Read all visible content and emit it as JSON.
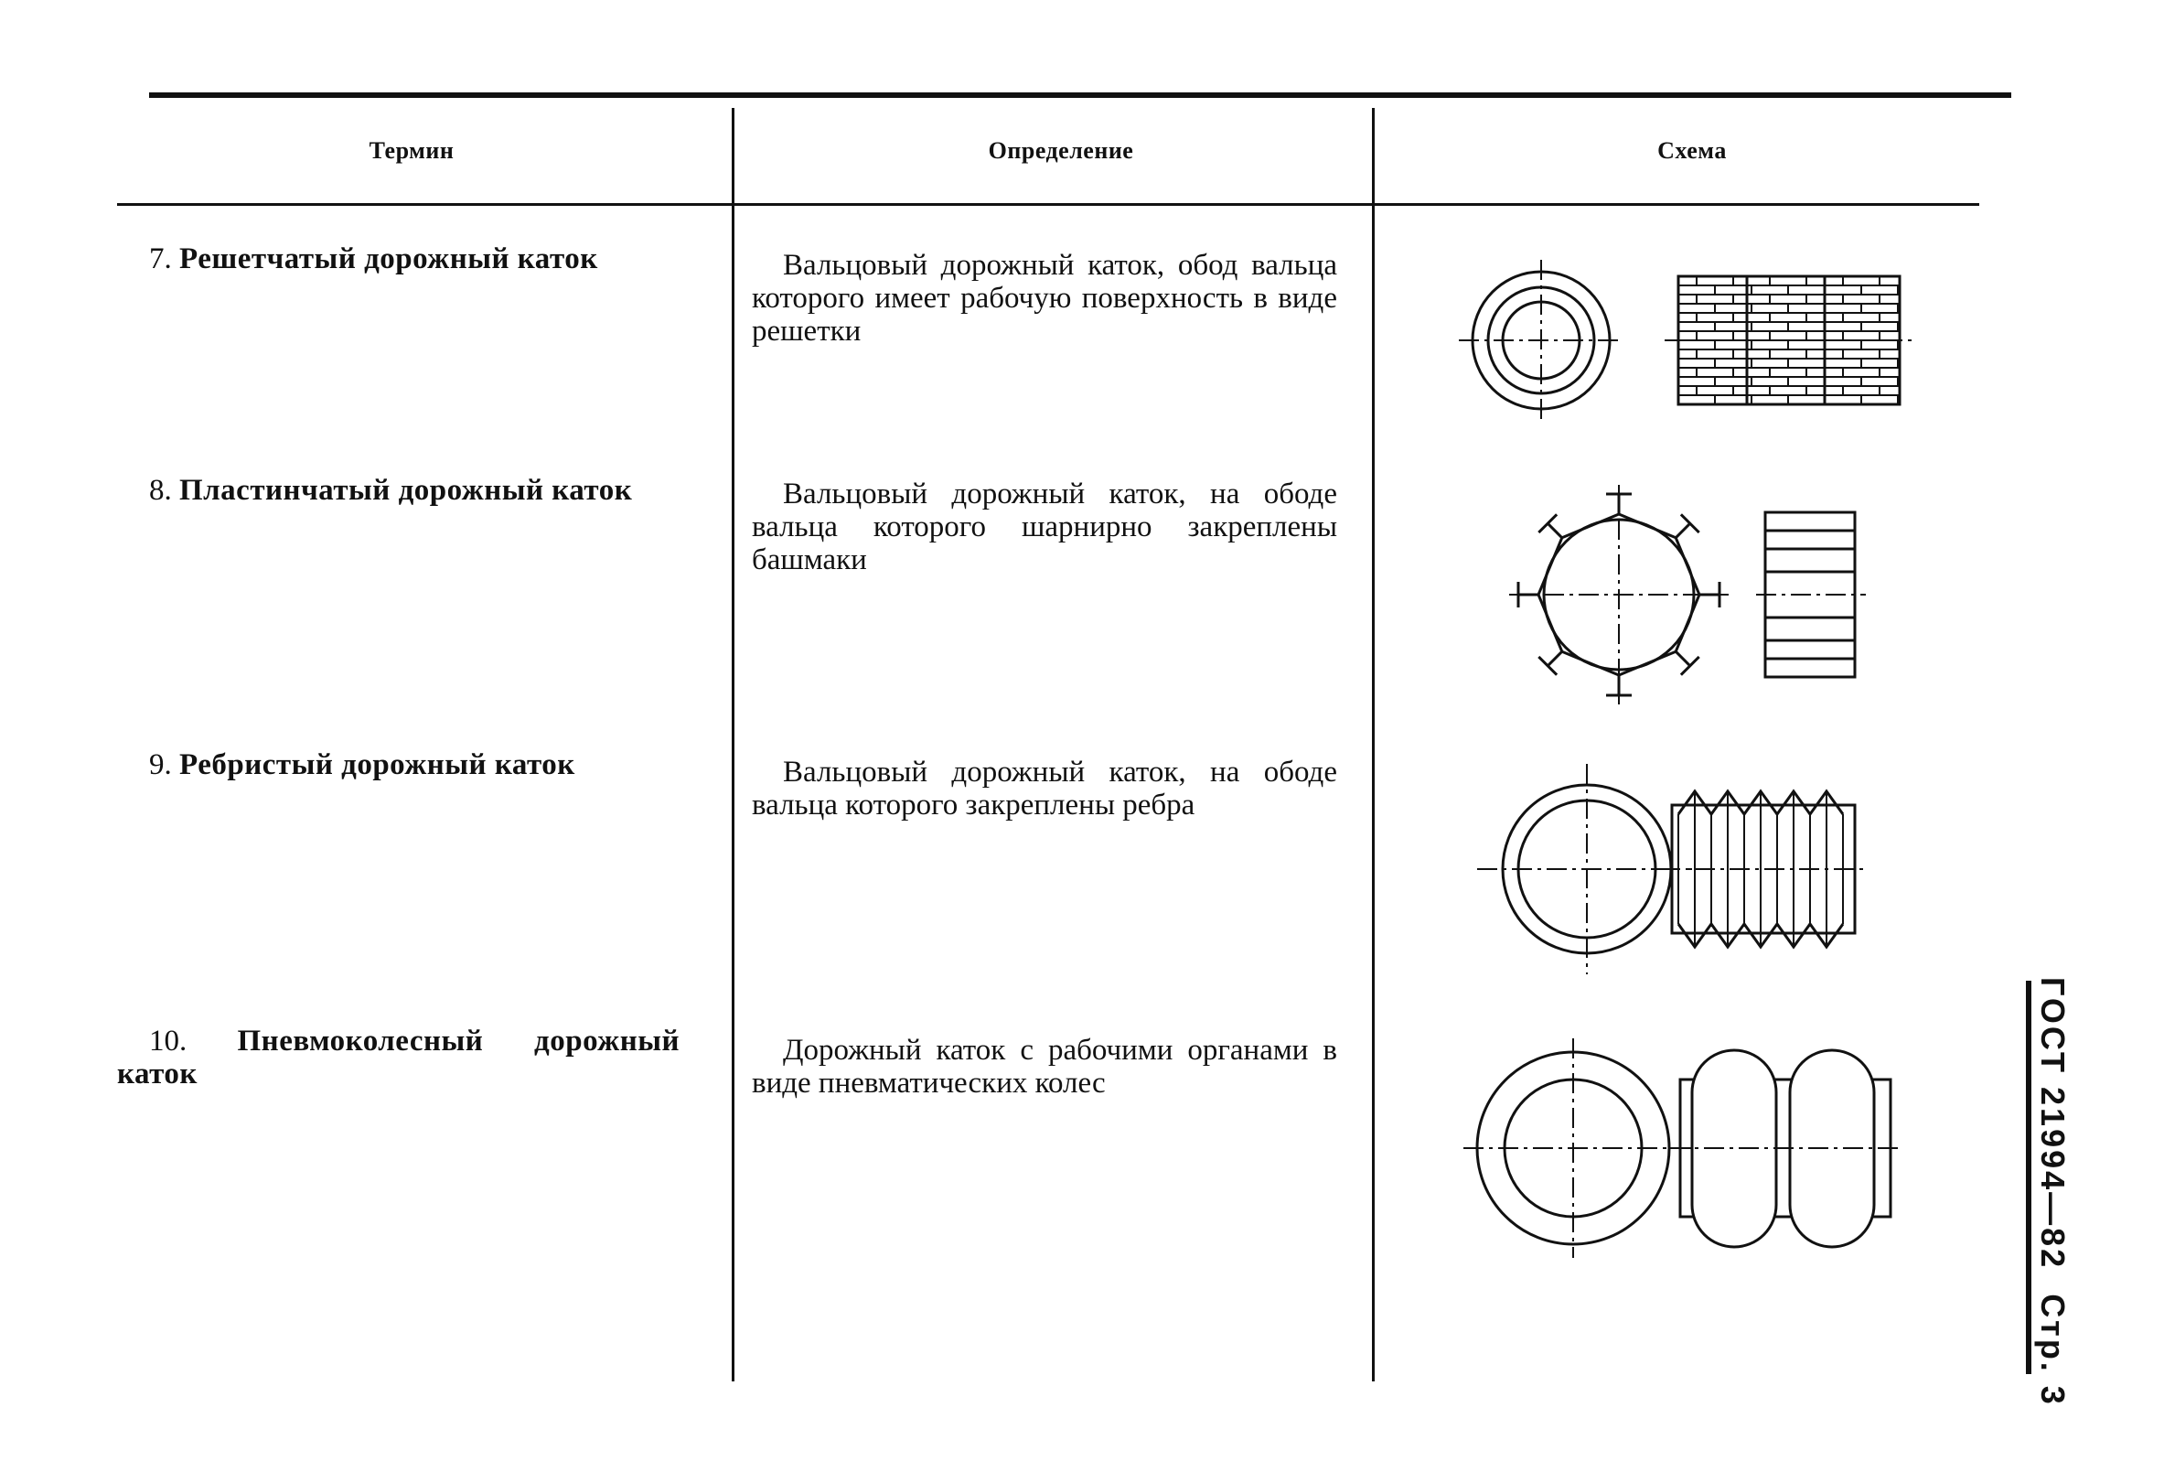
{
  "table": {
    "headers": {
      "term": "Термин",
      "definition": "Определение",
      "scheme": "Схема"
    },
    "rows": [
      {
        "number": "7.",
        "term": "Решетчатый дорожный каток",
        "definition": "Вальцовый дорожный каток, обод вальца которого имеет рабочую поверхность в виде решетки",
        "scheme": "lattice-roller-diagram"
      },
      {
        "number": "8.",
        "term": "Пластинчатый дорожный каток",
        "definition": "Вальцовый дорожный каток, на ободе вальца которого шарнирно закреплены башмаки",
        "scheme": "plate-roller-diagram"
      },
      {
        "number": "9.",
        "term": "Ребристый дорожный каток",
        "definition": "Вальцовый дорожный каток, на ободе вальца которого закреплены ребра",
        "scheme": "ribbed-roller-diagram"
      },
      {
        "number": "10.",
        "term": "Пневмоколесный дорожный каток",
        "definition": "Дорожный каток с рабочими органами в виде пневматических колес",
        "scheme": "pneumatic-roller-diagram"
      }
    ]
  },
  "side_label": {
    "standard": "ГОСТ 21994—82",
    "page": "Стр. 3"
  }
}
